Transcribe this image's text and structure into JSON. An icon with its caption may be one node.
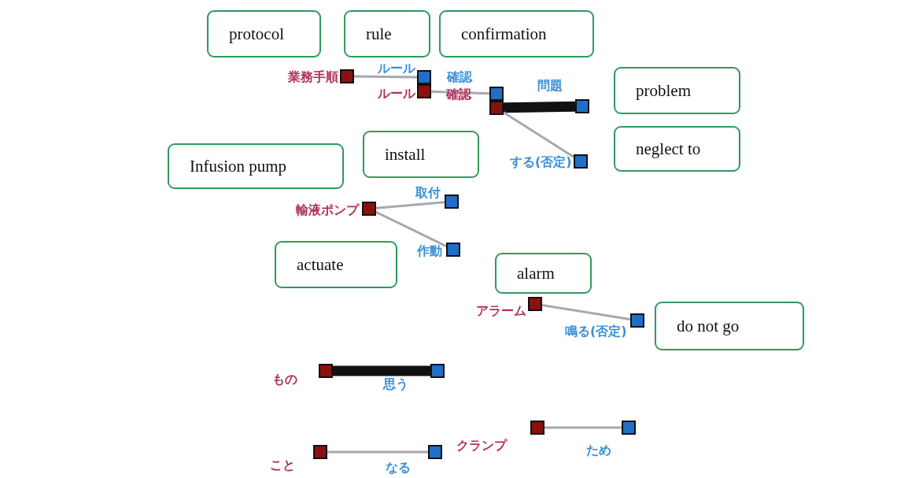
{
  "diagram": {
    "nodes": [
      {
        "text": [
          "protocol"
        ]
      },
      {
        "text": [
          "rule"
        ]
      },
      {
        "text": [
          "confirmation"
        ]
      },
      {
        "text": [],
        "shape": "box",
        "beside": [
          "業務手順"
        ]
      },
      {
        "text": [],
        "shape": "box",
        "beside": [
          "ルール"
        ]
      },
      {
        "text": [],
        "shape": "box",
        "beside": [
          "ルール"
        ]
      },
      {
        "text": [
          "problem"
        ]
      },
      {
        "text": [],
        "shape": "box",
        "beside": [
          "確認"
        ]
      },
      {
        "text": [],
        "shape": "box",
        "beside": [
          "確認"
        ]
      },
      {
        "text": [],
        "shape": "box",
        "beside": [
          "問題"
        ]
      },
      {
        "text": [
          "neglect to"
        ]
      },
      {
        "text": [
          "install"
        ]
      },
      {
        "text": [
          "Infusion pump"
        ]
      },
      {
        "text": [],
        "shape": "box",
        "beside": [
          "する(否定)"
        ]
      },
      {
        "text": [],
        "shape": "box",
        "beside": [
          "輸液ポンプ"
        ]
      },
      {
        "text": [],
        "shape": "box",
        "beside": [
          "取付"
        ]
      },
      {
        "text": [],
        "shape": "box",
        "beside": [
          "作動"
        ]
      },
      {
        "text": [
          "actuate"
        ]
      },
      {
        "text": [
          "alarm"
        ]
      },
      {
        "text": [],
        "shape": "box",
        "beside": [
          "アラーム"
        ]
      },
      {
        "text": [
          "do not go"
        ]
      },
      {
        "text": [],
        "shape": "box",
        "beside": [
          "鳴る(否定)"
        ]
      },
      {
        "text": [],
        "shape": "box",
        "beside": [
          "もの"
        ]
      },
      {
        "text": [],
        "shape": "box",
        "beside": [
          "思う"
        ]
      },
      {
        "text": [],
        "shape": "box",
        "beside": [
          "クランプ"
        ]
      },
      {
        "text": [],
        "shape": "box",
        "beside": [
          "ため"
        ]
      },
      {
        "text": [],
        "shape": "box",
        "beside": [
          "こと"
        ]
      },
      {
        "text": [],
        "shape": "box",
        "beside": [
          "なる"
        ]
      }
    ],
    "edges": [
      {
        "from": 3,
        "to": 4,
        "arrow": "none"
      },
      {
        "from": 5,
        "to": 7,
        "arrow": "none"
      },
      {
        "from": 8,
        "to": 9,
        "arrow": "none",
        "style": "thick",
        "color": "#111111"
      },
      {
        "from": 8,
        "to": 13,
        "arrow": "none"
      },
      {
        "from": 14,
        "to": 15,
        "arrow": "none"
      },
      {
        "from": 14,
        "to": 16,
        "arrow": "none"
      },
      {
        "from": 19,
        "to": 21,
        "arrow": "none"
      },
      {
        "from": 22,
        "to": 23,
        "arrow": "none",
        "style": "thick",
        "color": "#111111"
      },
      {
        "from": 24,
        "to": 25,
        "arrow": "none"
      },
      {
        "from": 26,
        "to": 27,
        "arrow": "none"
      }
    ]
  }
}
